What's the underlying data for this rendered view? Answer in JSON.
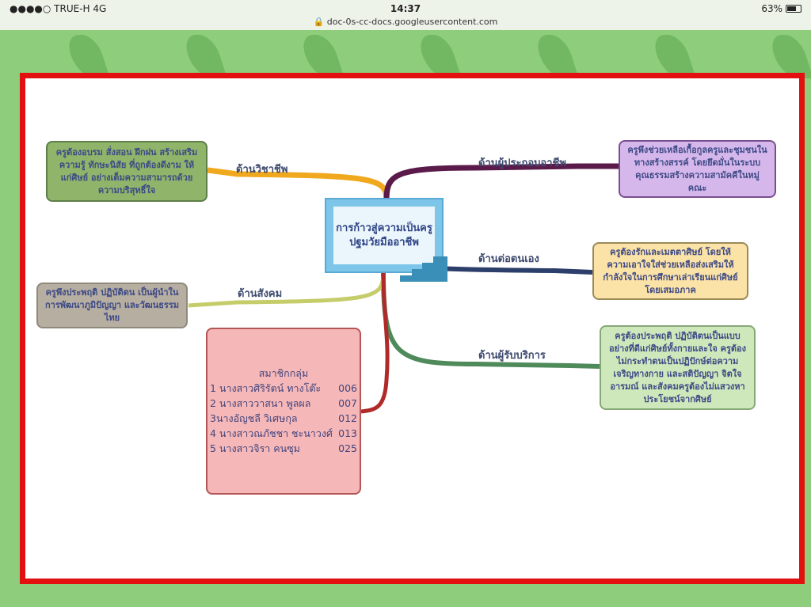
{
  "status_bar": {
    "carrier": "●●●●○ TRUE-H  4G",
    "time": "14:37",
    "battery": "63%",
    "url": "doc-0s-cc-docs.googleusercontent.com"
  },
  "mindmap": {
    "center": "การก้าวสู่ความเป็นครูปฐมวัยมืออาชีพ",
    "branches": [
      {
        "label": "ด้านวิชาชีพ",
        "text": "ครูต้องอบรม สั่งสอน ฝึกฝน สร้างเสริมความรู้ ทักษะนิสัย ที่ถูกต้องดีงาม ให้แก่ศิษย์ อย่างเต็มความสามารถด้วยความบริสุทธิ์ใจ",
        "color": "#f0a81e"
      },
      {
        "label": "ด้านผู้ประกอบอาชีพ",
        "text": "ครูพึงช่วยเหลือเกื้อกูลครูและชุมชนในทางสร้างสรรค์ โดยยึดมั่นในระบบคุณธรรมสร้างความสามัคคีในหมู่คณะ",
        "color": "#5a1a4a"
      },
      {
        "label": "ด้านต่อตนเอง",
        "text": "ครูต้องรักและเมตตาศิษย์ โดยให้ความเอาใจใส่ช่วยเหลือส่งเสริมให้กำลังใจในการศึกษาเล่าเรียนแก่ศิษย์ โดยเสมอภาค",
        "color": "#2c3e6a"
      },
      {
        "label": "ด้านผู้รับบริการ",
        "text": "ครูต้องประพฤติ ปฏิบัติตนเป็นแบบอย่างที่ดีแก่ศิษย์ทั้งกายและใจ ครูต้องไม่กระทำตนเป็นปฏิปักษ์ต่อความเจริญทางกาย และสติปัญญา จิตใจ อารมณ์ และสังคมครูต้องไม่แสวงหาประโยชน์จากศิษย์",
        "color": "#4f8a5a"
      },
      {
        "label": "ด้านสังคม",
        "text": "ครูพึงประพฤติ ปฏิบัติตน เป็นผู้นำในการพัฒนาภูมิปัญญา และวัฒนธรรมไทย",
        "color": "#c5cc6a"
      }
    ],
    "members": {
      "title": "สมาชิกกลุ่ม",
      "rows": [
        {
          "name": "1 นางสาวศิริรัตน์ ทางโต๊ะ",
          "id": "006"
        },
        {
          "name": "2 นางสาววาสนา  พูลผล",
          "id": "007"
        },
        {
          "name": "3นางอัญชลี  วิเศษกุล",
          "id": "012"
        },
        {
          "name": "4 นางสาวณภัชชา ชะนาวงศ์",
          "id": "013"
        },
        {
          "name": "5 นางสาวจิรา  คนซุม",
          "id": "025"
        }
      ]
    }
  }
}
